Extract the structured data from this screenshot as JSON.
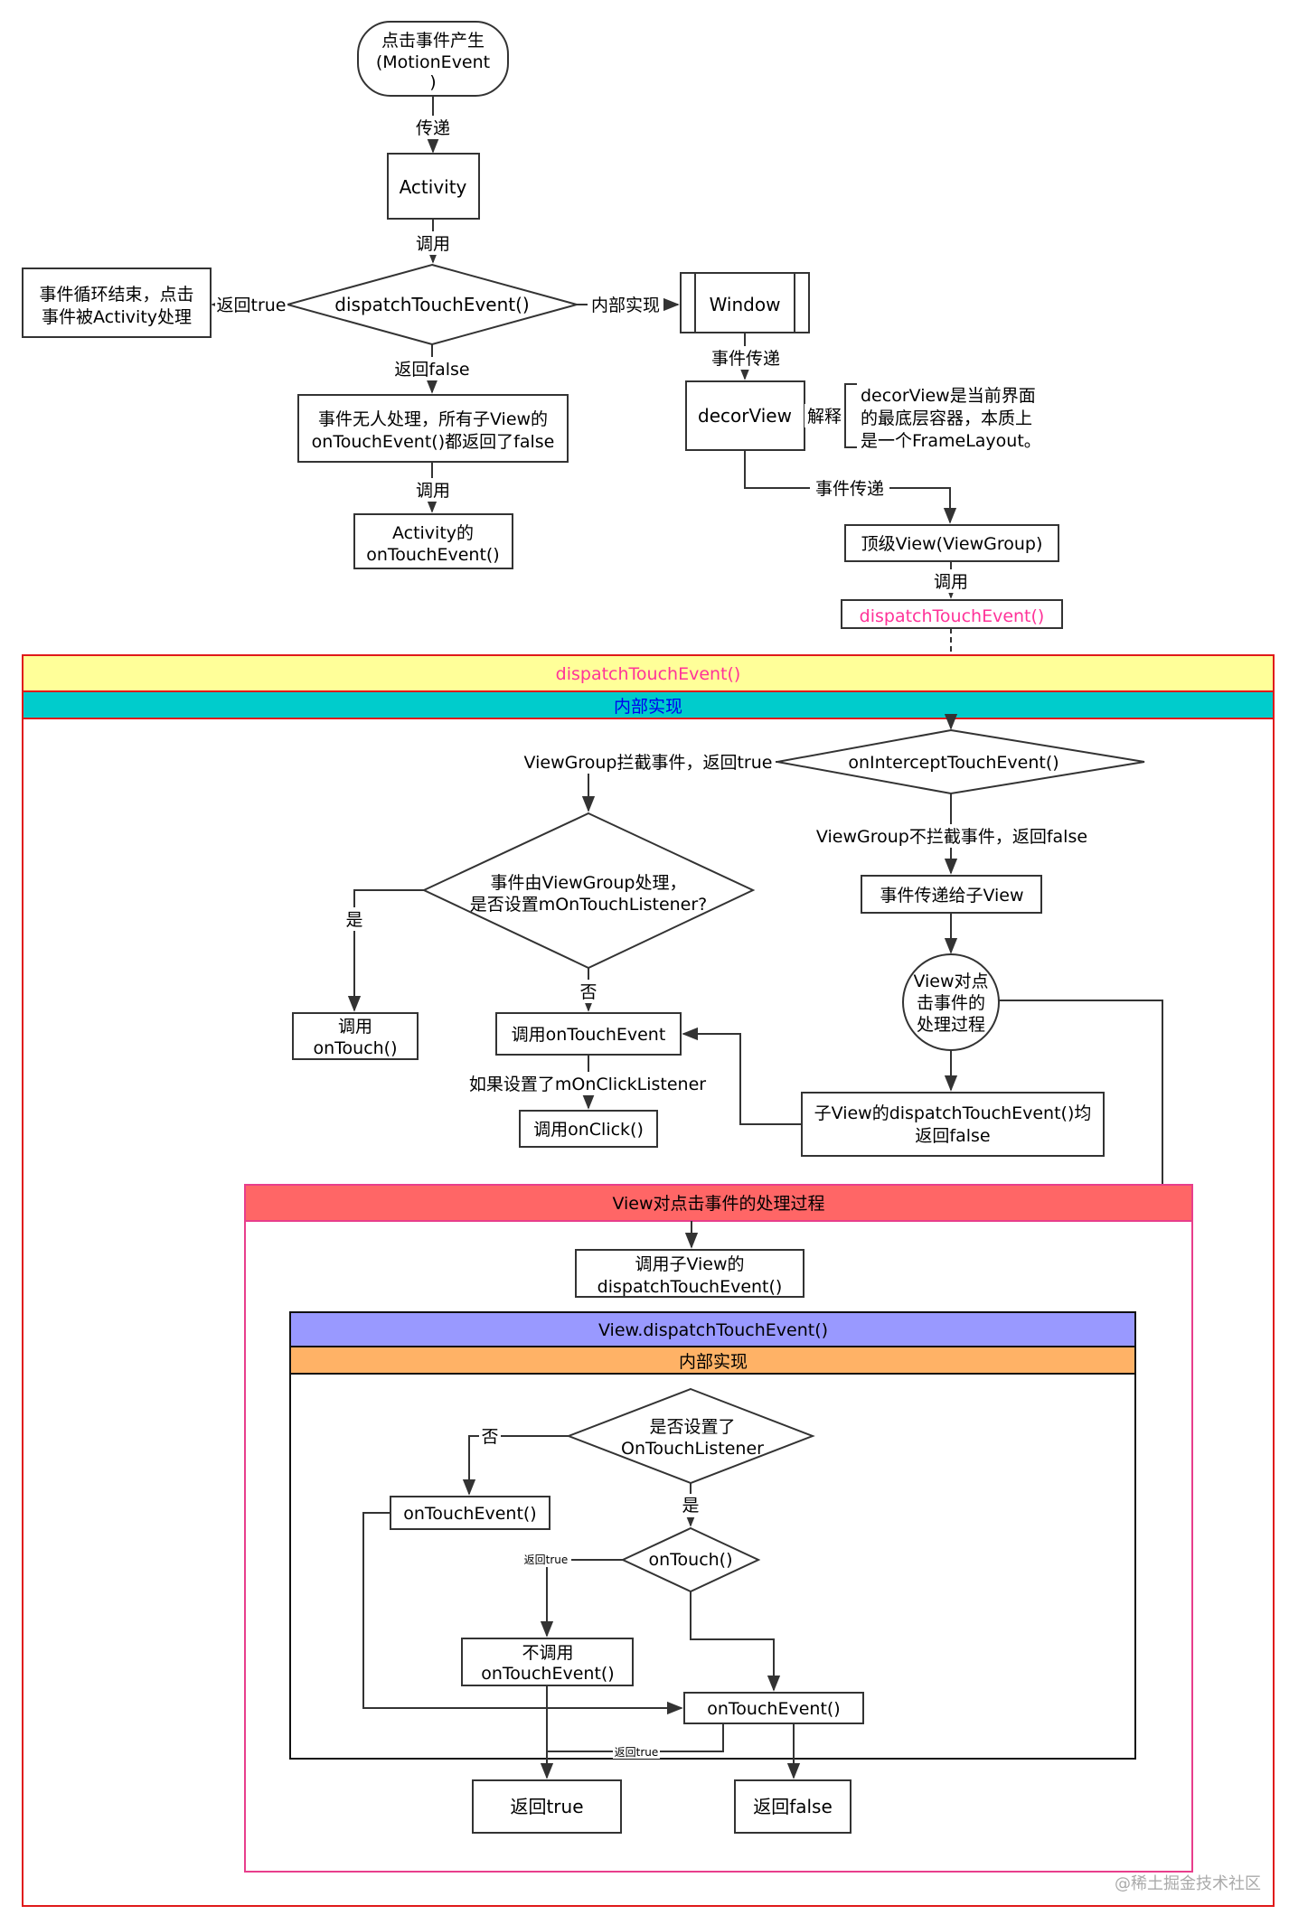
{
  "colors": {
    "stroke": "#333333",
    "red_border": "#e01a1a",
    "pink_border": "#e83e8c",
    "yellow_header": "#ffff99",
    "cyan_header": "#00cccc",
    "blue_text": "#0000ee",
    "pink_text": "#ff3399",
    "salmon_header": "#ff6666",
    "purple_header": "#9999ff",
    "orange_header": "#ffb266",
    "watermark": "#aaaaaa"
  },
  "top": {
    "start_lines": [
      "点击事件产生",
      "(MotionEvent",
      ")"
    ],
    "label_pass": "传递",
    "activity": "Activity",
    "label_call1": "调用",
    "dispatch": "dispatchTouchEvent()",
    "label_return_true": "返回true",
    "loop_end_lines": [
      "事件循环结束，点击",
      "事件被Activity处理"
    ],
    "label_inner_impl": "内部实现",
    "window": "Window",
    "label_return_false": "返回false",
    "no_handler_lines": [
      "事件无人处理，所有子View的",
      "onTouchEvent()都返回了false"
    ],
    "label_call2": "调用",
    "activity_ontouch_lines": [
      "Activity的",
      "onTouchEvent()"
    ],
    "label_event_pass1": "事件传递",
    "decor_view": "decorView",
    "label_explain": "解释",
    "decor_note_lines": [
      "decorView是当前界面",
      "的最底层容器，本质上",
      "是一个FrameLayout。"
    ],
    "label_event_pass2": "事件传递",
    "top_view": "顶级View(ViewGroup)",
    "label_call3": "调用",
    "dispatch_pink": "dispatchTouchEvent()"
  },
  "viewgroup": {
    "header": "dispatchTouchEvent()",
    "subheader": "内部实现",
    "intercept": "onInterceptTouchEvent()",
    "label_intercept_true": "ViewGroup拦截事件，返回true",
    "label_intercept_false": "ViewGroup不拦截事件，返回false",
    "pass_to_child": "事件传递给子View",
    "question_lines": [
      "事件由ViewGroup处理，",
      "是否设置mOnTouchListener?"
    ],
    "label_yes": "是",
    "label_no": "否",
    "call_ontouch_lines": [
      "调用",
      "onTouch()"
    ],
    "call_ontouchevent": "调用onTouchEvent",
    "label_if_click": "如果设置了mOnClickListener",
    "call_onclick": "调用onClick()",
    "view_process_lines": [
      "View对点",
      "击事件的",
      "处理过程"
    ],
    "child_false_lines": [
      "子View的dispatchTouchEvent()均",
      "返回false"
    ]
  },
  "view": {
    "header": "View对点击事件的处理过程",
    "call_child_lines": [
      "调用子View的",
      "dispatchTouchEvent()"
    ],
    "dispatch_header": "View.dispatchTouchEvent()",
    "impl_header": "内部实现",
    "question_lines": [
      "是否设置了",
      "OnTouchListener"
    ],
    "label_no": "否",
    "label_yes": "是",
    "ontouchevent_left": "onTouchEvent()",
    "ontouch": "onTouch()",
    "label_return_true_small": "返回true",
    "not_call_lines": [
      "不调用",
      "onTouchEvent()"
    ],
    "ontouchevent_right": "onTouchEvent()",
    "label_return_true_small2": "返回true",
    "return_true": "返回true",
    "return_false": "返回false"
  },
  "watermark": "@稀土掘金技术社区"
}
